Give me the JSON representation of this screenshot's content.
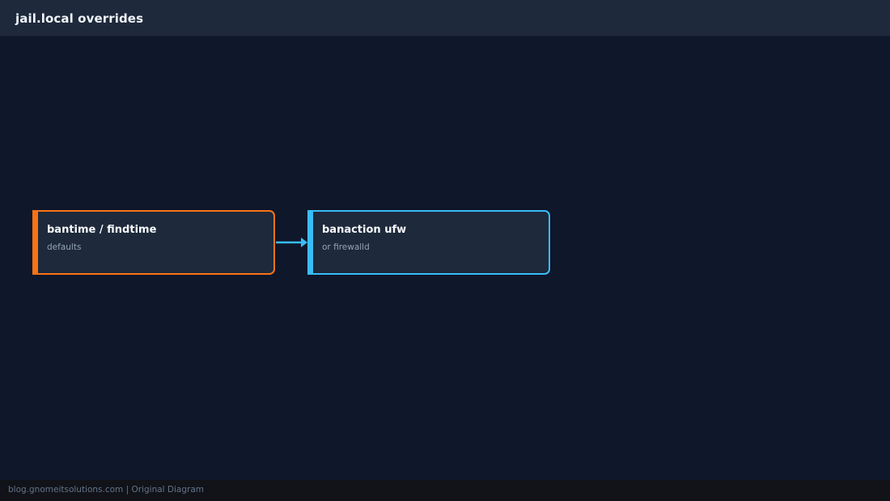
{
  "header": {
    "title": "jail.local overrides"
  },
  "nodes": [
    {
      "title": "bantime / findtime",
      "subtitle": "defaults",
      "accent": "#f97316"
    },
    {
      "title": "banaction ufw",
      "subtitle": "or firewalld",
      "accent": "#38bdf8"
    }
  ],
  "edges": [
    {
      "from": 0,
      "to": 1,
      "color": "#38bdf8"
    }
  ],
  "footer": {
    "text": "blog.gnomeitsolutions.com | Original Diagram"
  },
  "colors": {
    "background": "#0f172a",
    "header": "#1e293b",
    "node_fill": "#1e293b"
  }
}
